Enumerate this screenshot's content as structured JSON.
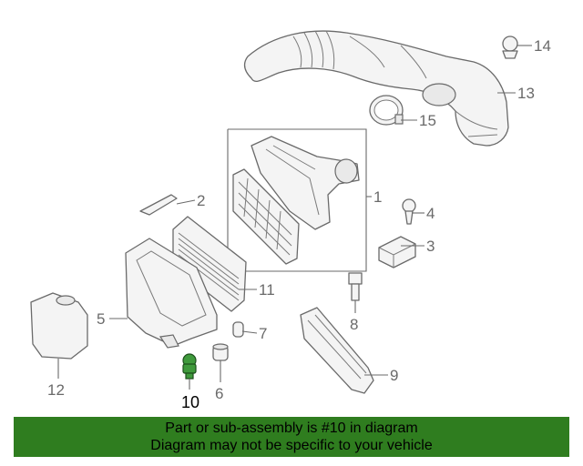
{
  "callouts": {
    "p1": "1",
    "p2": "2",
    "p3": "3",
    "p4": "4",
    "p5": "5",
    "p6": "6",
    "p7": "7",
    "p8": "8",
    "p9": "9",
    "p10": "10",
    "p11": "11",
    "p12": "12",
    "p13": "13",
    "p14": "14",
    "p15": "15"
  },
  "highlighted_part": "10",
  "colors": {
    "highlight": "#3f9a3c",
    "banner": "#2f7d1f",
    "line": "#6a6a6a"
  },
  "banner": {
    "line1": "Part or sub-assembly is #10 in diagram",
    "line2": "Diagram may not be specific to your vehicle"
  }
}
